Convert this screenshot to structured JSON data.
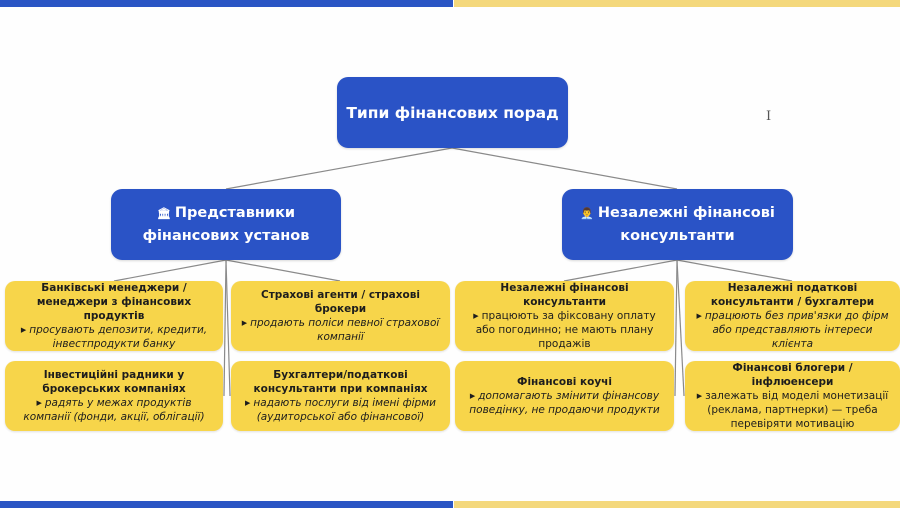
{
  "colors": {
    "blue": "#2a53c6",
    "yellow": "#f7d54a",
    "bar_blue": "#2a55c4",
    "bar_yellow": "#f4d87c",
    "connector": "#8a8a8a"
  },
  "root": {
    "label": "Типи фінансових порад"
  },
  "categories": [
    {
      "icon": "bank-building-icon",
      "icon_glyph": "🏛",
      "label": "Представники фінансових установ",
      "items": [
        {
          "title": "Банківські менеджери / менеджери з фінансових продуктів",
          "desc": "просувають депозити, кредити, інвестпродукти банку"
        },
        {
          "title": "Інвестиційні радники у брокерських компаніях",
          "desc": "радять у межах продуктів компанії (фонди, акції, облігації)"
        },
        {
          "title": "Страхові агенти / страхові брокери",
          "desc": "продають поліси певної страхової компанії"
        },
        {
          "title": "Бухгалтери/податкові консультанти при компаніях",
          "desc": "надають послуги від імені фірми (аудиторської або фінансової)"
        }
      ]
    },
    {
      "icon": "person-advisor-icon",
      "icon_glyph": "👨‍💼",
      "label": "Незалежні фінансові консультанти",
      "items": [
        {
          "title": "Незалежні фінансові консультанти",
          "desc": "працюють за фіксовану оплату або погодинно; не мають плану продажів"
        },
        {
          "title": "Фінансові коучі",
          "desc": "допомагають змінити фінансову поведінку, не продаючи продукти"
        },
        {
          "title": "Незалежні податкові консультанти / бухгалтери",
          "desc": "працюють без прив'язки до фірм або представляють інтереси клієнта"
        },
        {
          "title": "Фінансові блогери / інфлюенсери",
          "desc": "залежать від моделі монетизації (реклама, партнерки) — треба перевіряти мотивацію"
        }
      ]
    }
  ],
  "bullet_glyph": "▶",
  "cursor": {
    "icon": "text-cursor-icon",
    "glyph": "I"
  }
}
